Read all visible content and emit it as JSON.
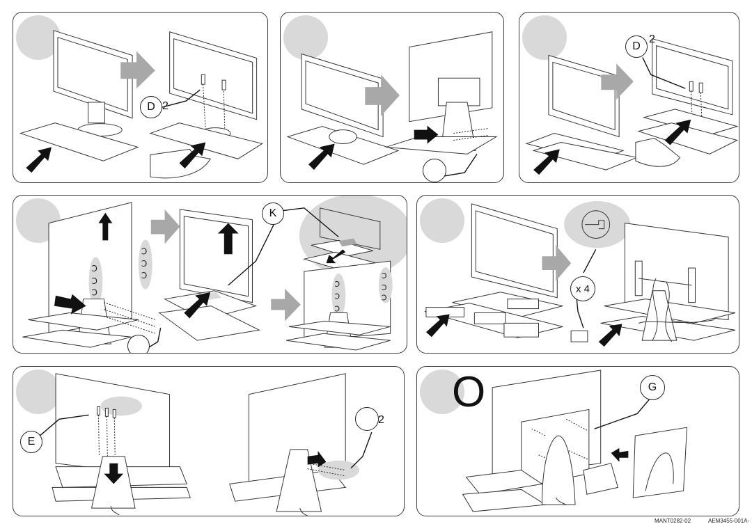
{
  "document": {
    "type": "assembly-instructions",
    "footer": {
      "code_left": "MANT0282-02",
      "code_right": "AEM3455-001A-"
    }
  },
  "steps": [
    {
      "id": "step-1",
      "callouts": [
        {
          "letter": "D",
          "quantity": "2"
        }
      ]
    },
    {
      "id": "step-2",
      "callouts": [
        {
          "letter": "",
          "quantity": ""
        }
      ]
    },
    {
      "id": "step-3",
      "callouts": [
        {
          "letter": "D",
          "quantity": "2"
        }
      ]
    },
    {
      "id": "step-4",
      "callouts": [
        {
          "letter": "K",
          "quantity": ""
        },
        {
          "letter": "",
          "quantity": ""
        }
      ]
    },
    {
      "id": "step-5",
      "callouts": [
        {
          "letter": "",
          "quantity": "x 4"
        }
      ]
    },
    {
      "id": "step-6",
      "callouts": [
        {
          "letter": "E",
          "quantity": ""
        },
        {
          "letter": "",
          "quantity": "2"
        }
      ]
    },
    {
      "id": "step-7",
      "label": "O",
      "callouts": [
        {
          "letter": "G",
          "quantity": ""
        }
      ]
    }
  ],
  "colors": {
    "panel_border": "#3a3a3a",
    "step_circle": "#d9d9d9",
    "grey_arrow": "#a8a8a8",
    "black_arrow": "#111111"
  }
}
